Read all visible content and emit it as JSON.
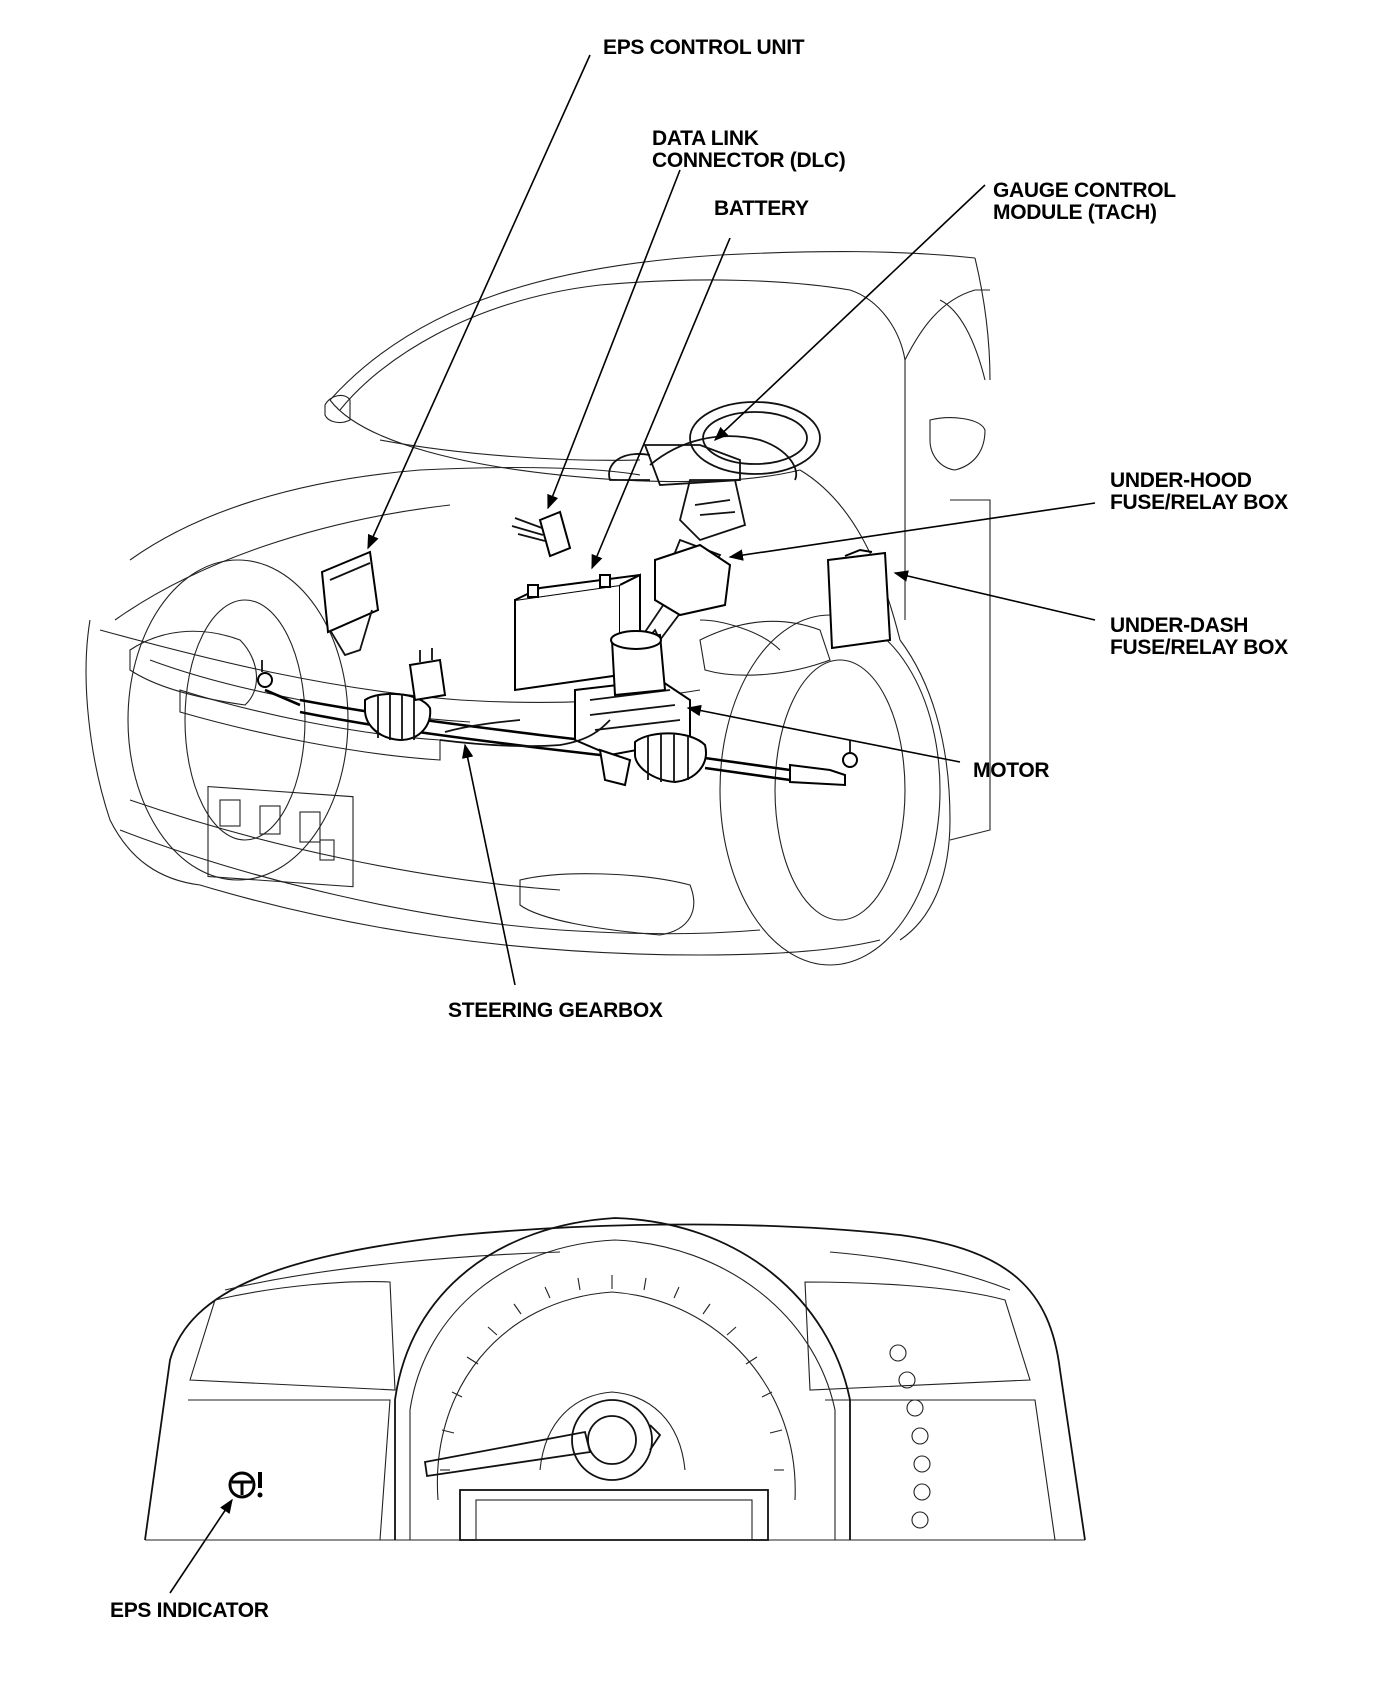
{
  "labels": {
    "eps_control_unit": "EPS CONTROL UNIT",
    "data_link_connector": "DATA LINK\nCONNECTOR (DLC)",
    "battery": "BATTERY",
    "gauge_control_module": "GAUGE CONTROL\nMODULE (TACH)",
    "under_hood_fuse_relay_box": "UNDER-HOOD\nFUSE/RELAY BOX",
    "under_dash_fuse_relay_box": "UNDER-DASH\nFUSE/RELAY BOX",
    "motor": "MOTOR",
    "steering_gearbox": "STEERING GEARBOX",
    "eps_indicator": "EPS INDICATOR"
  },
  "colors": {
    "ink": "#000000",
    "background": "#ffffff"
  },
  "icons": {
    "eps_indicator": "steering-wheel-exclamation-icon"
  }
}
